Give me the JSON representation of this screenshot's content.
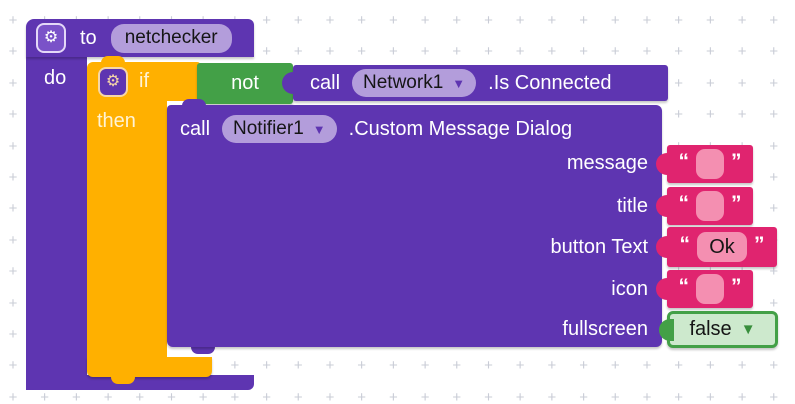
{
  "workspace": {
    "grid_mark": "+"
  },
  "colors": {
    "block_purple": "#5E35B1",
    "field_purple": "#B39DDB",
    "block_orange": "#FFB000",
    "block_green": "#43A047",
    "field_green": "#CDE9CD",
    "block_pink": "#E0246F",
    "field_pink": "#F48FB1",
    "grid": "#c9ccd6"
  },
  "icons": {
    "gear": "⚙",
    "dropdown": "▼"
  },
  "procedure_block": {
    "to_label": "to",
    "name": "netchecker",
    "do_label": "do"
  },
  "if_block": {
    "if_label": "if",
    "then_label": "then"
  },
  "not_block": {
    "label": "not"
  },
  "network_call_block": {
    "call_label": "call",
    "component": "Network1",
    "method": ".Is Connected"
  },
  "notifier_call_block": {
    "call_label": "call",
    "component": "Notifier1",
    "method": ".Custom Message Dialog",
    "params": [
      "message",
      "title",
      "button Text",
      "icon",
      "fullscreen"
    ]
  },
  "text_value_blocks": {
    "open_quote": "“",
    "close_quote": "”",
    "button_text_value": "Ok"
  },
  "fullscreen_value_block": {
    "value": "false"
  }
}
